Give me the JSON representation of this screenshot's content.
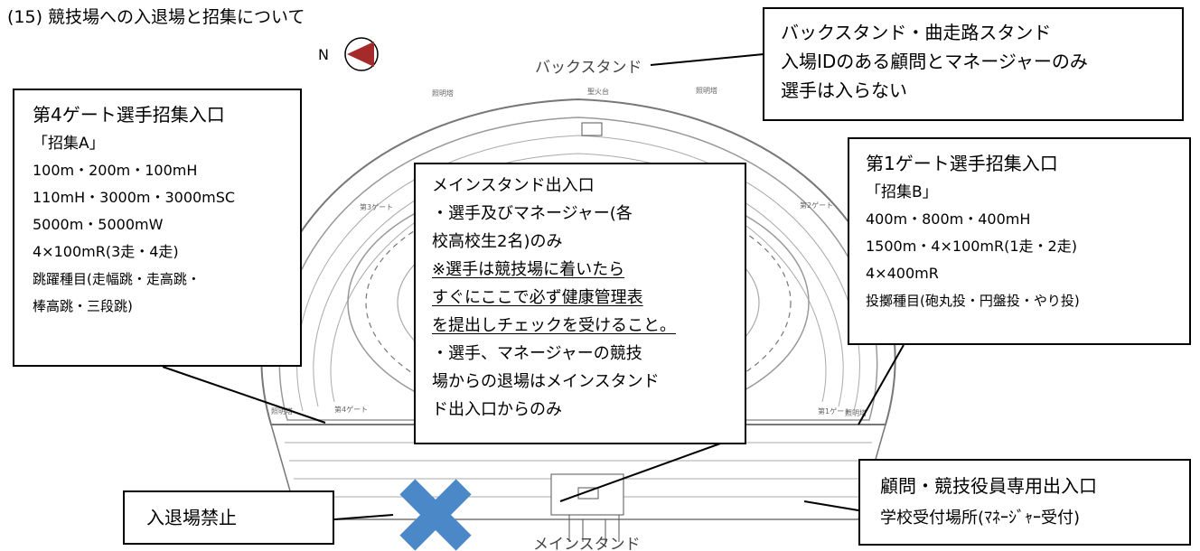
{
  "title": "(15) 競技場への入退場と招集について",
  "compass": {
    "letter": "N"
  },
  "stadium": {
    "back_label": "バックスタンド",
    "main_label": "メインスタンド",
    "torch_label": "聖火台",
    "light_labels": [
      "照明塔",
      "照明塔",
      "照明塔",
      "照明塔"
    ],
    "gate_labels": [
      "第3ゲート",
      "第2ゲート",
      "第4ゲート",
      "第1ゲート"
    ]
  },
  "callouts": {
    "back_stand": {
      "lines": [
        "バックスタンド・曲走路スタンド",
        "入場IDのある顧問とマネージャーのみ",
        "選手は入らない"
      ]
    },
    "gate4": {
      "lines": [
        "第4ゲート選手招集入口",
        "「招集A」",
        "100m・200m・100mH",
        "110mH・3000m・3000mSC",
        "5000m・5000mW",
        "4×100mR(3走・4走)",
        "跳躍種目(走幅跳・走高跳・",
        "棒高跳・三段跳)"
      ]
    },
    "main_stand": {
      "lines": [
        "メインスタンド出入口",
        "・選手及びマネージャー(各",
        "校高校生2名)のみ"
      ],
      "underlined": [
        "※選手は競技場に着いたら",
        "すぐにここで必ず健康管理表",
        "を提出しチェックを受けること。"
      ],
      "after": [
        "・選手、マネージャーの競技",
        "場からの退場はメインスタンド",
        "ド出入口からのみ"
      ]
    },
    "gate1": {
      "lines": [
        "第1ゲート選手招集入口",
        "「招集B」",
        "400m・800m・400mH",
        "1500m・4×100mR(1走・2走)",
        "4×400mR",
        "投擲種目(砲丸投・円盤投・やり投)"
      ]
    },
    "no_entry": {
      "label": "入退場禁止"
    },
    "official": {
      "lines": [
        "顧問・競技役員専用出入口",
        "学校受付場所(ﾏﾈｰｼﾞｬｰ受付)"
      ]
    }
  },
  "colors": {
    "compass": "#a52a2a",
    "cross": "#4a88c7"
  }
}
